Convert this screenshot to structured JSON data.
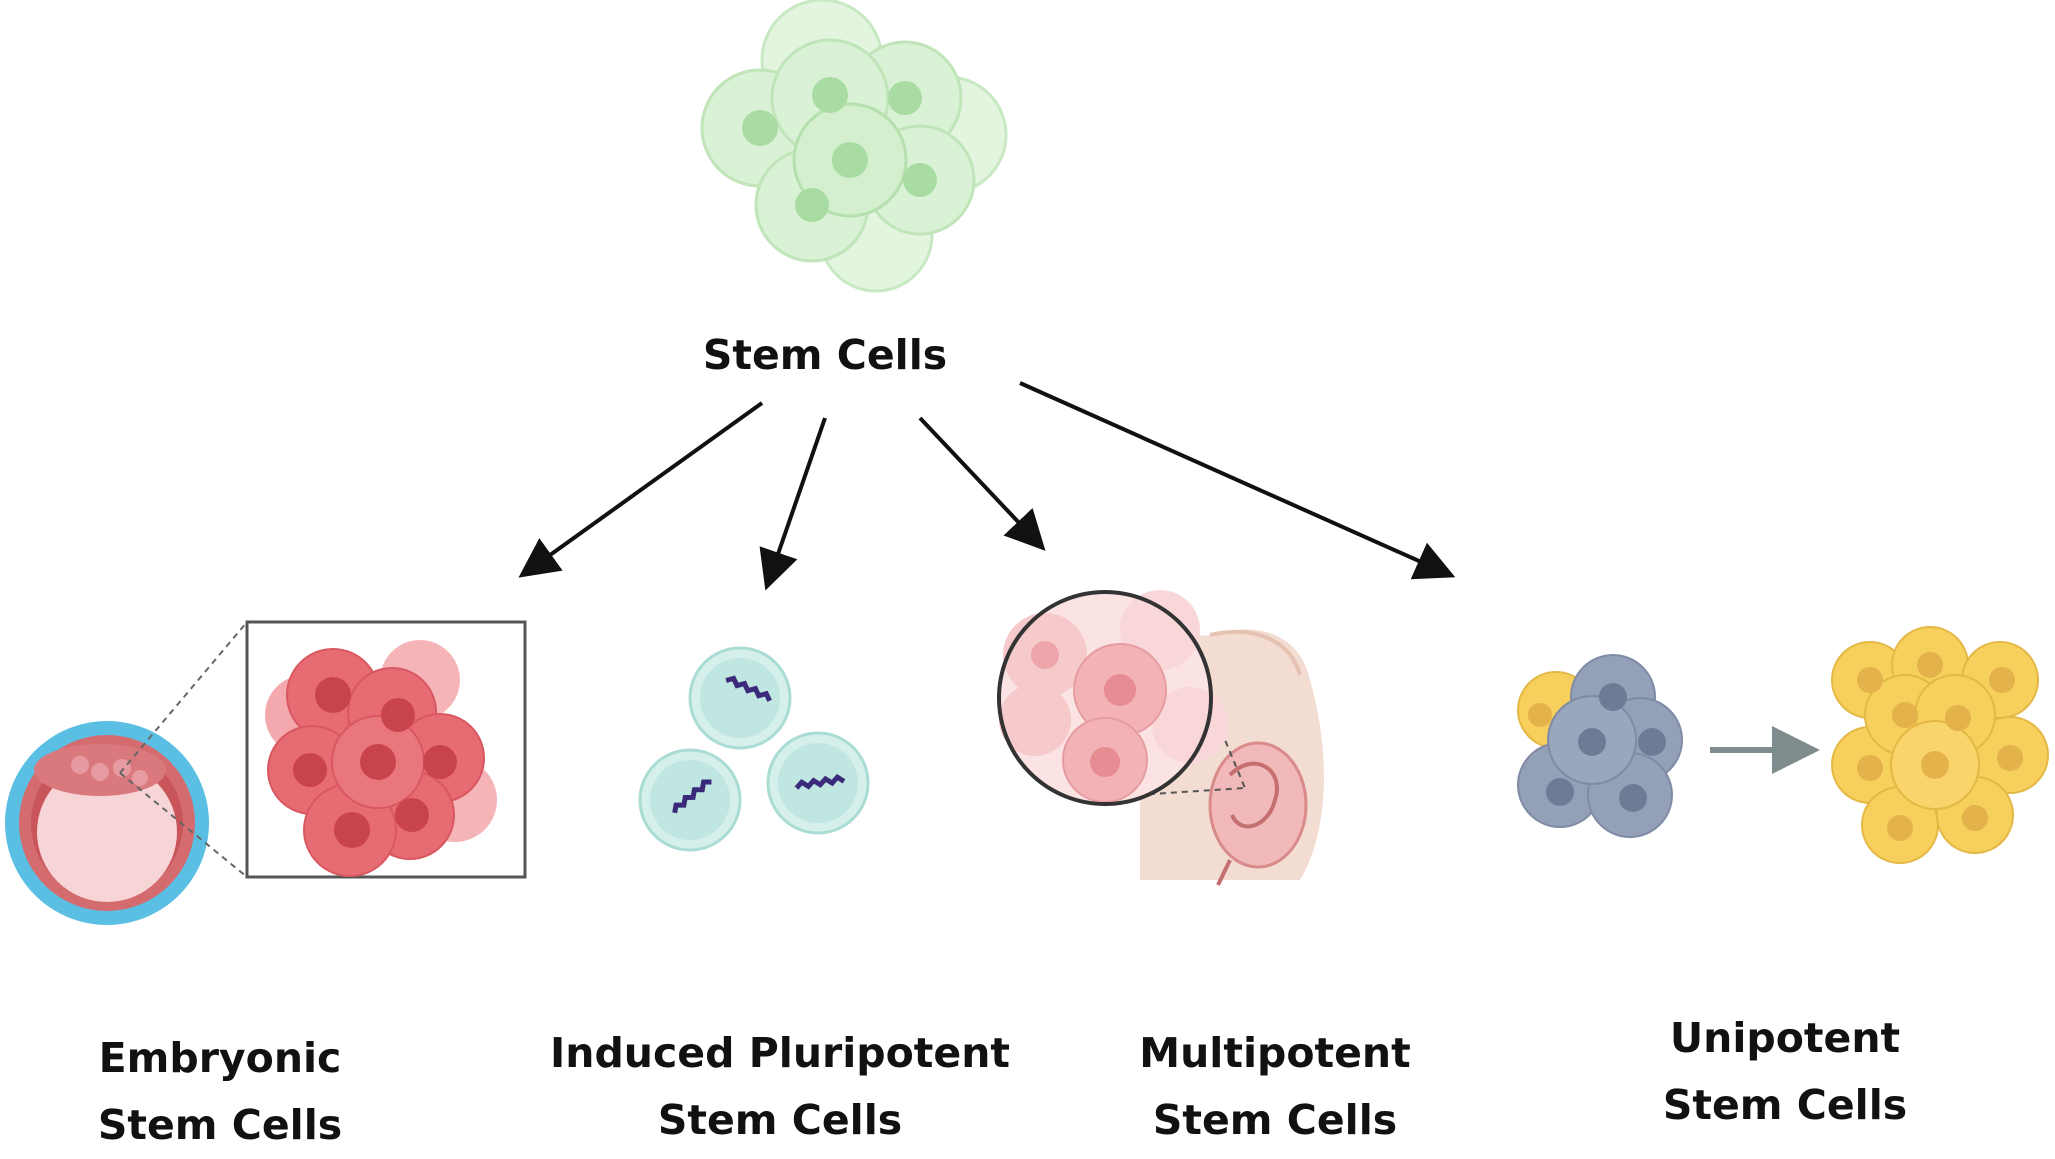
{
  "diagram": {
    "root": {
      "label": "Stem Cells"
    },
    "children": [
      {
        "id": "embryonic",
        "line1": "Embryonic",
        "line2": "Stem Cells"
      },
      {
        "id": "ipsc",
        "line1": "Induced Pluripotent",
        "line2": "Stem Cells"
      },
      {
        "id": "multipotent",
        "line1": "Multipotent",
        "line2": "Stem Cells"
      },
      {
        "id": "unipotent",
        "line1": "Unipotent",
        "line2": "Stem Cells"
      }
    ]
  },
  "colors": {
    "root_cell_fill": "#d7f0d2",
    "root_nucleus": "#a8dca2",
    "embryonic_cell": "#e76b72",
    "embryonic_nucleus": "#c9434d",
    "blastocyst_ring": "#5bbfe3",
    "ipsc_cell": "#bfe6e1",
    "ipsc_dna": "#3b2a7a",
    "multipotent_cell": "#f5c5c7",
    "uterus_tissue": "#f3ddd2",
    "unipotent_gray": "#94a0b8",
    "unipotent_yellow": "#f6cf5c",
    "arrow": "#111111",
    "small_arrow": "#7f8c8d"
  }
}
